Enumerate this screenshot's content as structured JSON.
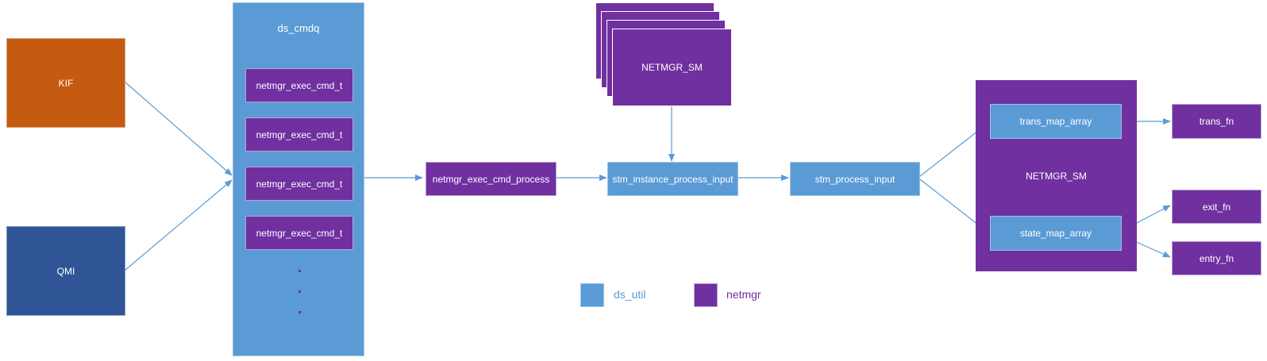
{
  "sources": {
    "kif": "KIF",
    "qmi": "QMI"
  },
  "cmdq": {
    "title": "ds_cmdq",
    "items": [
      "netmgr_exec_cmd_t",
      "netmgr_exec_cmd_t",
      "netmgr_exec_cmd_t",
      "netmgr_exec_cmd_t"
    ]
  },
  "flow": {
    "exec_process": "netmgr_exec_cmd_process",
    "stm_instance": "stm_instance_process_input",
    "stm_process": "stm_process_input"
  },
  "sm_stack": {
    "label": "NETMGR_SM"
  },
  "sm_container": {
    "title": "NETMGR_SM",
    "trans_map": "trans_map_array",
    "state_map": "state_map_array"
  },
  "fns": {
    "trans": "trans_fn",
    "exit": "exit_fn",
    "entry": "entry_fn"
  },
  "legend": {
    "ds_util": {
      "label": "ds_util",
      "color": "#5b9bd5"
    },
    "netmgr": {
      "label": "netmgr",
      "color": "#7030a0"
    }
  },
  "colors": {
    "arrow": "#5b9bd5",
    "purple": "#7030a0",
    "blue": "#5b9bd5",
    "orange": "#c55a11",
    "navy": "#2f5597"
  }
}
